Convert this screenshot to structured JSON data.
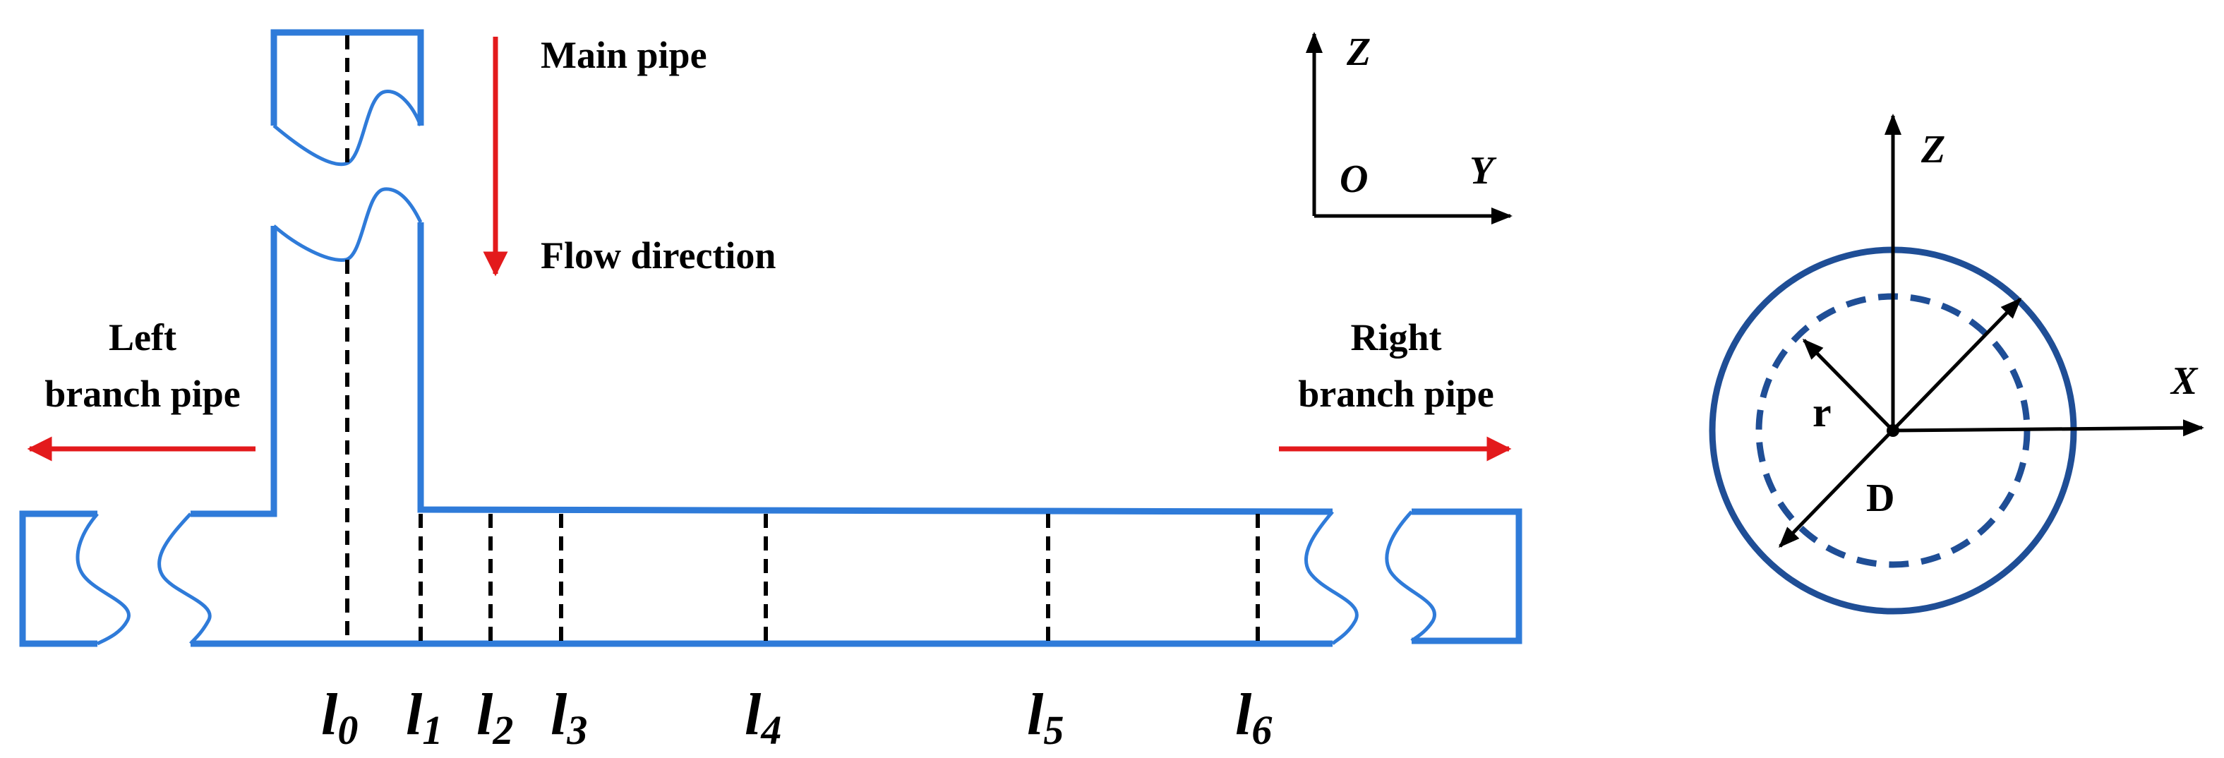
{
  "labels": {
    "main_pipe": "Main pipe",
    "flow_direction": "Flow direction",
    "left_branch_line1": "Left",
    "left_branch_line2": "branch pipe",
    "right_branch_line1": "Right",
    "right_branch_line2": "branch pipe"
  },
  "axes_side": {
    "z": "Z",
    "origin": "O",
    "y": "Y"
  },
  "axes_cross": {
    "z": "Z",
    "x": "X",
    "r": "r",
    "d": "D"
  },
  "sections": [
    {
      "base": "l",
      "sub": "0"
    },
    {
      "base": "l",
      "sub": "1"
    },
    {
      "base": "l",
      "sub": "2"
    },
    {
      "base": "l",
      "sub": "3"
    },
    {
      "base": "l",
      "sub": "4"
    },
    {
      "base": "l",
      "sub": "5"
    },
    {
      "base": "l",
      "sub": "6"
    }
  ],
  "colors": {
    "pipe": "#2f7bd9",
    "flow_arrow": "#e31a1c",
    "cross_section": "#1f4e96",
    "lines": "#000000"
  }
}
